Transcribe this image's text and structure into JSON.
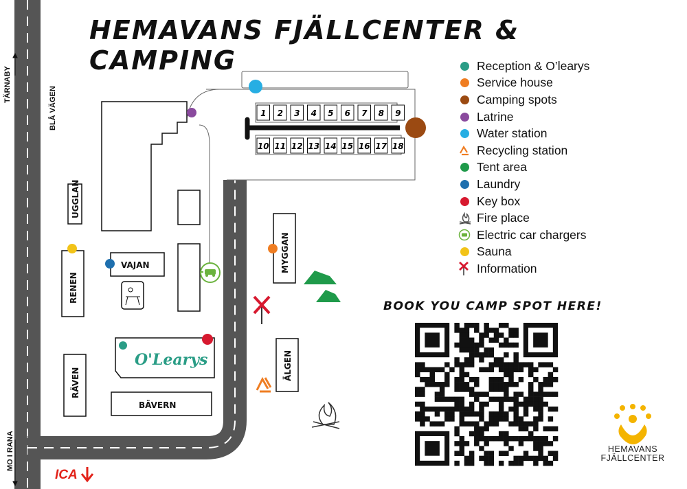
{
  "map": {
    "title": "HEMAVANS FJÄLLCENTER & CAMPING",
    "roads": {
      "north_direction": "TÄRNABY",
      "south_direction": "MO I RANA",
      "side_road": "BLÅ VÄGEN"
    },
    "buildings": {
      "ugglan": "UGGLAN",
      "vajan": "VAJAN",
      "renen": "RENEN",
      "raven": "RÄVEN",
      "olearys": "O'Learys",
      "bavern": "BÄVERN",
      "myggan": "MYGGAN",
      "algen": "ÄLGEN"
    },
    "camping_spots_top": [
      "1",
      "2",
      "3",
      "4",
      "5",
      "6",
      "7",
      "8",
      "9"
    ],
    "camping_spots_bottom": [
      "10",
      "11",
      "12",
      "13",
      "14",
      "15",
      "16",
      "17",
      "18"
    ],
    "book_text": "BOOK YOU CAMP SPOT HERE!",
    "store": "ICA",
    "logo_line1": "HEMAVANS",
    "logo_line2": "FJÄLLCENTER"
  },
  "legend": [
    {
      "label": "Reception & O’learys",
      "icon": "dot",
      "color": "#2a9d86"
    },
    {
      "label": "Service house",
      "icon": "dot",
      "color": "#ef7d22"
    },
    {
      "label": "Camping spots",
      "icon": "dot",
      "color": "#9b4a12"
    },
    {
      "label": "Latrine",
      "icon": "dot",
      "color": "#8a4a9e"
    },
    {
      "label": "Water station",
      "icon": "dot",
      "color": "#27aee3"
    },
    {
      "label": "Recycling station",
      "icon": "recycle-icon",
      "color": "#ef7d22"
    },
    {
      "label": "Tent area",
      "icon": "dot",
      "color": "#1f9a4a"
    },
    {
      "label": "Laundry",
      "icon": "dot",
      "color": "#1e6fae"
    },
    {
      "label": "Key box",
      "icon": "dot",
      "color": "#d7192f"
    },
    {
      "label": "Fire place",
      "icon": "fire-icon",
      "color": "#555555"
    },
    {
      "label": "Electric car chargers",
      "icon": "ev-charger-icon",
      "color": "#6bb33e"
    },
    {
      "label": "Sauna",
      "icon": "dot",
      "color": "#f2c318"
    },
    {
      "label": "Information",
      "icon": "info-cross-icon",
      "color": "#d7192f"
    }
  ]
}
